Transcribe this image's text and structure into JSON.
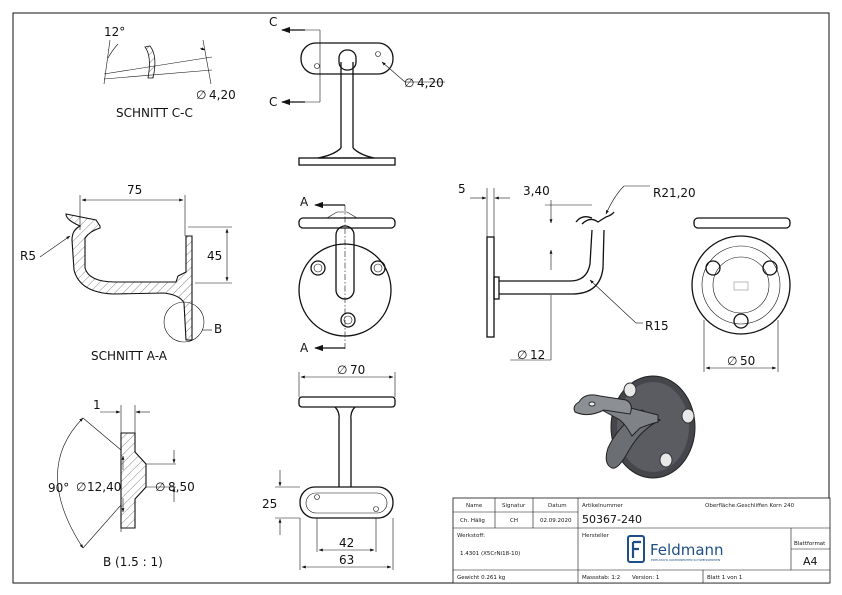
{
  "sections": {
    "section_cc": "SCHNITT C-C",
    "section_aa": "SCHNITT A-A",
    "detail_b": "B (1.5 : 1)",
    "marker_c": "C",
    "marker_a": "A",
    "marker_b": "B"
  },
  "dimensions": {
    "angle_12": "12°",
    "dia_4_20_cc": "4,20",
    "dia_4_20_top": "4,20",
    "d75": "75",
    "d45": "45",
    "r5": "R5",
    "d5": "5",
    "d3_40": "3,40",
    "r21_20": "R21,20",
    "r15": "R15",
    "dia_12": "12",
    "dia_50": "50",
    "dia_70": "70",
    "d25": "25",
    "d42": "42",
    "d63": "63",
    "d1": "1",
    "angle_90": "90°",
    "dia_12_40": "12,40",
    "dia_8_50": "8,50",
    "dia_symbol": "∅"
  },
  "title_block": {
    "col_name": "Name",
    "col_signature": "Signatur",
    "col_date": "Datum",
    "name_value": "Ch. Hälig",
    "signature_value": "CH",
    "date_value": "02.09.2020",
    "article_label": "Artikelnummer",
    "article_value": "50367-240",
    "surface_label": "Oberfläche:",
    "surface_value": "Geschliffen Korn 240",
    "material_label": "Werkstoff:",
    "material_value": "1.4301 (X5CrNi18-10)",
    "manufacturer_label": "Hersteller",
    "logo_text": "Feldmann",
    "logo_sub": "EDELSTAHL KOMPONENTEN SCHWEISSEREIEN",
    "format_label": "Blattformat",
    "format_value": "A4",
    "weight": "Gewicht 0.261 kg",
    "scale_label": "Massstab: 1:2",
    "version_label": "Version: 1",
    "sheet_label": "Blatt 1 von 1"
  }
}
